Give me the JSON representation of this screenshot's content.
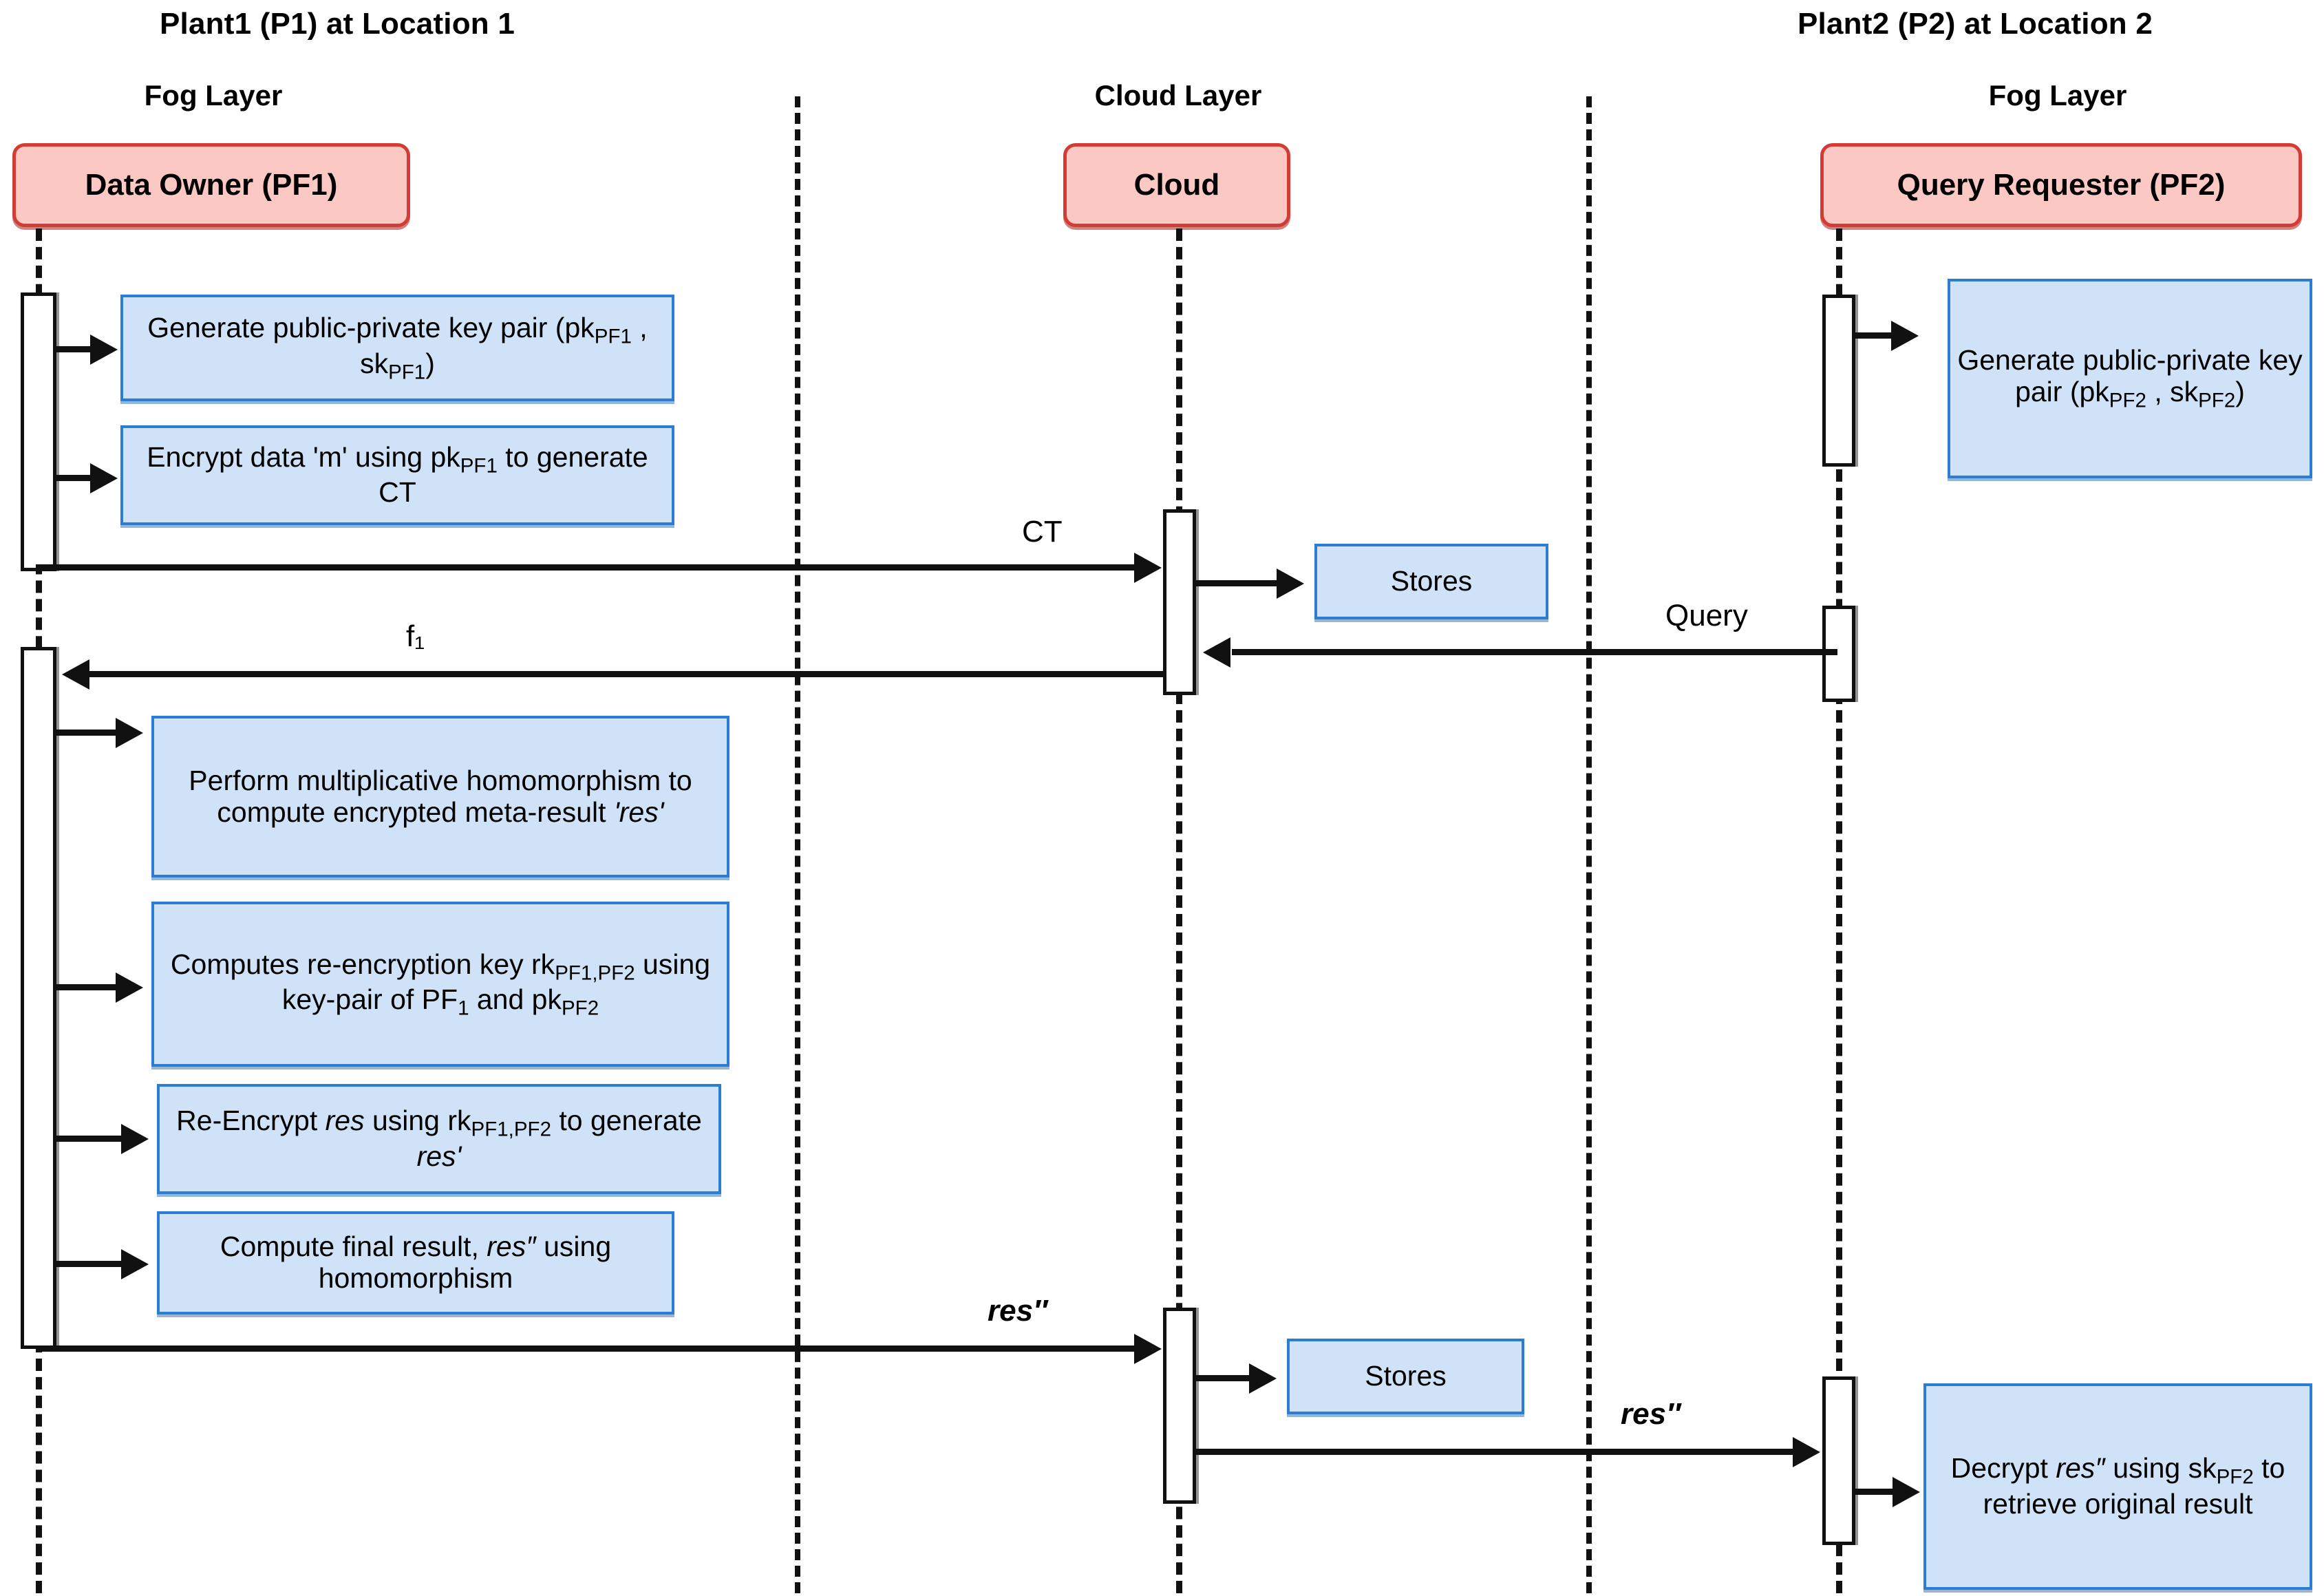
{
  "diagram": {
    "type": "sequence-diagram",
    "title_left": "Plant1 (P1) at Location 1",
    "title_right": "Plant2 (P2) at Location 2",
    "layers": {
      "left": "Fog Layer",
      "middle": "Cloud Layer",
      "right": "Fog Layer"
    },
    "actors": [
      {
        "id": "data-owner",
        "label": "Data Owner (PF1)"
      },
      {
        "id": "cloud",
        "label": "Cloud"
      },
      {
        "id": "query-requester",
        "label": "Query Requester (PF2)"
      }
    ],
    "colors": {
      "actor_fill": "#fbc8c4",
      "actor_border": "#d23c35",
      "action_fill": "#cfe2f8",
      "action_border": "#2b7cd3",
      "line": "#111111",
      "background": "#ffffff"
    },
    "action_boxes": [
      {
        "id": "gen-key-pf1",
        "lane": "data-owner",
        "text": "Generate public-private key pair (pk<sub>PF1</sub> , sk<sub>PF1</sub>)"
      },
      {
        "id": "encrypt-m",
        "lane": "data-owner",
        "text": "Encrypt data 'm' using pk<sub>PF1</sub> to generate CT"
      },
      {
        "id": "gen-key-pf2",
        "lane": "query-requester",
        "text": "Generate public-private key pair (pk<sub>PF2</sub> , sk<sub>PF2</sub>)"
      },
      {
        "id": "stores-ct",
        "lane": "cloud",
        "text": "Stores"
      },
      {
        "id": "mult-homo",
        "lane": "data-owner",
        "text": "Perform multiplicative homomorphism to compute encrypted meta-result <i>'res'</i>"
      },
      {
        "id": "compute-rk",
        "lane": "data-owner",
        "text": "Computes re-encryption key rk<sub>PF1,PF2</sub> using key-pair of PF<sub>1</sub> and pk<sub>PF2</sub>"
      },
      {
        "id": "re-encrypt",
        "lane": "data-owner",
        "text": "Re-Encrypt <i>res</i> using rk<sub>PF1,PF2</sub>  to generate <i>res'</i>"
      },
      {
        "id": "final-result",
        "lane": "data-owner",
        "text": "Compute final result, <i>res″</i> using homomorphism"
      },
      {
        "id": "stores-res",
        "lane": "cloud",
        "text": "Stores"
      },
      {
        "id": "decrypt-res",
        "lane": "query-requester",
        "text": "Decrypt <i>res″</i> using sk<sub>PF2</sub> to retrieve original result"
      }
    ],
    "messages": [
      {
        "id": "ct",
        "label": "CT",
        "from": "data-owner",
        "to": "cloud",
        "direction": "right",
        "italic": false
      },
      {
        "id": "query",
        "label": "Query",
        "from": "query-requester",
        "to": "cloud",
        "direction": "left",
        "italic": false
      },
      {
        "id": "f1",
        "label": "f₁",
        "from": "cloud",
        "to": "data-owner",
        "direction": "left",
        "italic": false
      },
      {
        "id": "res-to-cloud",
        "label": "res″",
        "from": "data-owner",
        "to": "cloud",
        "direction": "right",
        "italic": true
      },
      {
        "id": "res-to-pf2",
        "label": "res″",
        "from": "cloud",
        "to": "query-requester",
        "direction": "right",
        "italic": true
      }
    ]
  }
}
